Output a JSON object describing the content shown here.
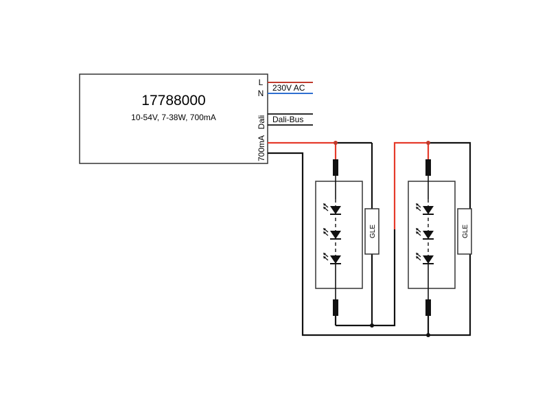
{
  "driver": {
    "model": "17788000",
    "specs": "10-54V, 7-38W, 700mA",
    "terminal_labels": {
      "live": "L",
      "neutral": "N",
      "dali": "Dali",
      "output": "700mA"
    }
  },
  "wire_labels": {
    "mains": "230V AC",
    "bus": "Dali-Bus"
  },
  "modules": [
    {
      "component_label": "GLE",
      "led_count": 3
    },
    {
      "component_label": "GLE",
      "led_count": 3
    }
  ],
  "colors": {
    "live_wire": "#c0392b",
    "neutral_wire": "#2e6fd1",
    "positive_wire": "#e53a2a",
    "negative_wire": "#111111",
    "outline": "#333333"
  }
}
